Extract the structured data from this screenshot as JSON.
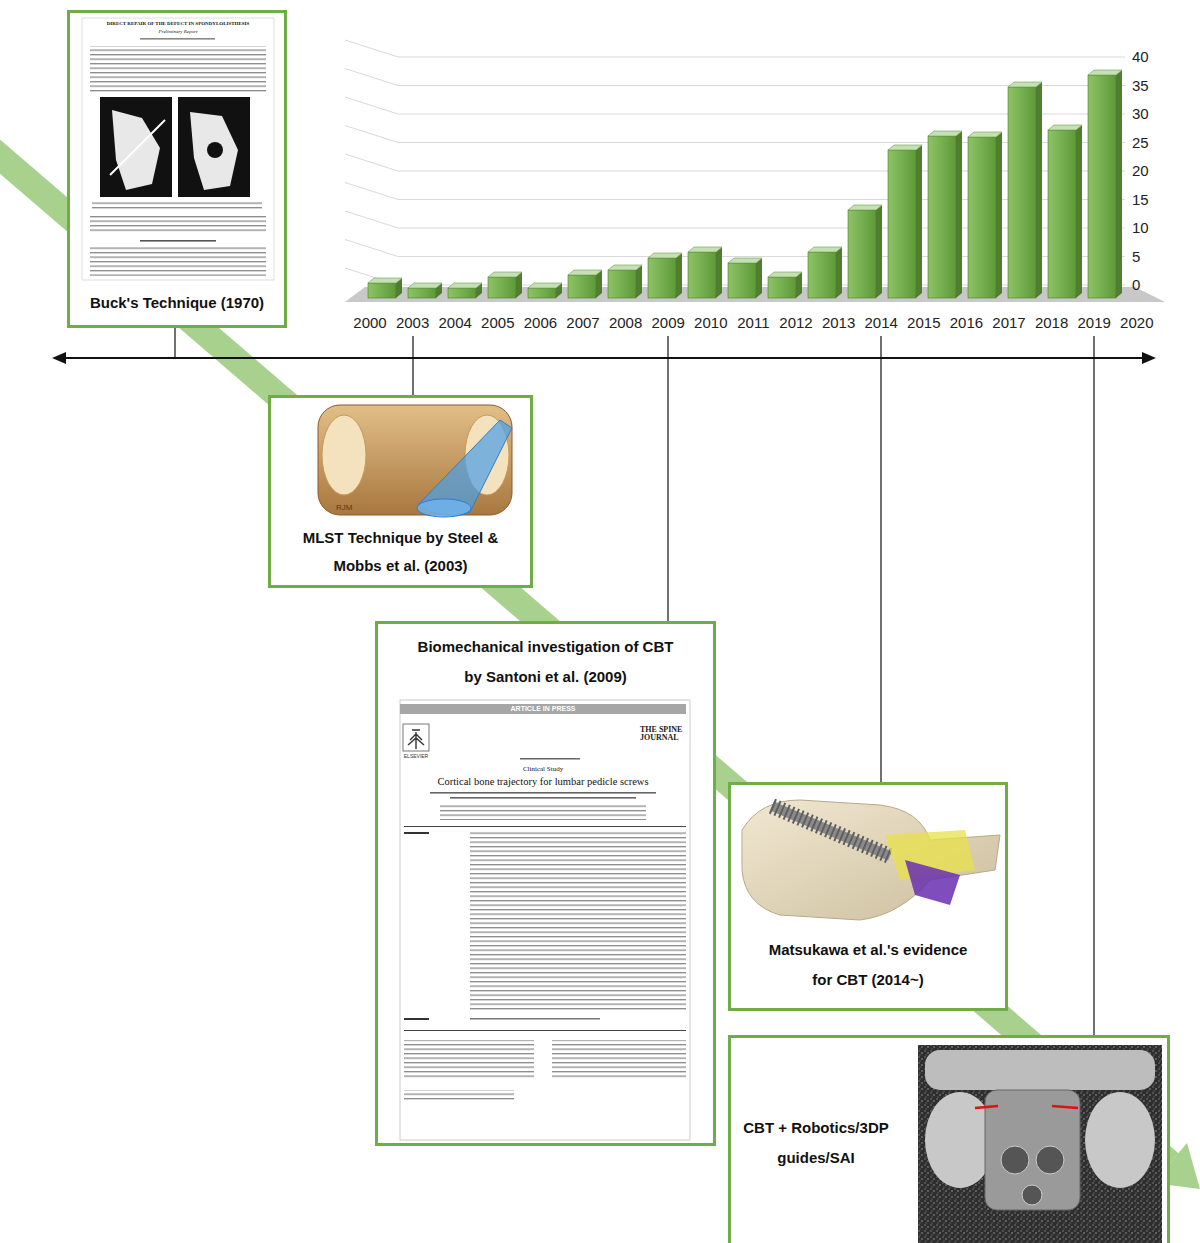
{
  "diagram": {
    "nodes": [
      {
        "text": [
          "Buck's Technique (1970)"
        ]
      },
      {
        "text": [
          "MLST Technique by Steel & Mobbs et al. (2003)"
        ]
      },
      {
        "text": [
          "Biomechanical investigation of CBT by Santoni et al. (2009)"
        ]
      },
      {
        "text": [
          "Matsukawa et al.'s evidence for CBT (2014~)"
        ]
      },
      {
        "text": [
          "CBT + Robotics/3DP guides/SAI"
        ]
      }
    ],
    "labels": [
      "40",
      "35",
      "30",
      "25",
      "20",
      "15",
      "10",
      "5",
      "0",
      "2000",
      "2003",
      "2004",
      "2005",
      "2006",
      "2007",
      "2008",
      "2009",
      "2010",
      "2011",
      "2012",
      "2013",
      "2014",
      "2015",
      "2016",
      "2017",
      "2018",
      "2019",
      "2020",
      "DIRECT REPAIR OF THE DEFECT IN SPONDYLOLISTHESIS",
      "Preliminary Report",
      "RJM",
      "ARTICLE IN PRESS",
      "ELSEVIER",
      "THE SPINE JOURNAL",
      "Clinical Study",
      "Cortical bone trajectory for lumbar pedicle screws"
    ]
  }
}
